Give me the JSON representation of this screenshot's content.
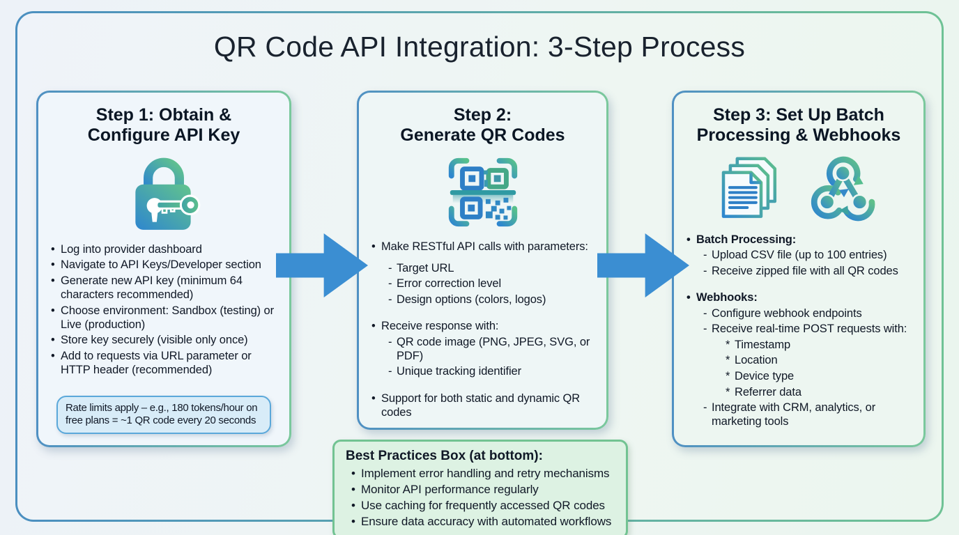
{
  "page_title": "QR Code API Integration: 3-Step Process",
  "markers": {
    "b": "•",
    "d": "-",
    "s": "*"
  },
  "colors": {
    "arrow_blue": "#3b8ed2",
    "frame_gradient_start": "#4b8fc0",
    "frame_gradient_end": "#6fc295",
    "note_border": "#5ba8da",
    "note_background": "#d8ecf8",
    "best_practices_border": "#72c392",
    "best_practices_background": "#ddf2e3",
    "icon_gradient_start": "#2e86cf",
    "icon_gradient_end": "#62c48c"
  },
  "steps": [
    {
      "title": "Step 1: Obtain &\nConfigure API Key",
      "icon": "lock-key-icon",
      "items": [
        {
          "t": "b",
          "text": "Log into provider dashboard"
        },
        {
          "t": "b",
          "text": "Navigate to API Keys/Developer section"
        },
        {
          "t": "b",
          "text": "Generate new API key (minimum 64 characters recommended)"
        },
        {
          "t": "b",
          "text": "Choose environment: Sandbox (testing) or Live (production)"
        },
        {
          "t": "b",
          "text": "Store key securely (visible only once)"
        },
        {
          "t": "b",
          "text": "Add to requests via URL parameter or HTTP header (recommended)"
        }
      ],
      "note": "Rate limits apply – e.g., 180 tokens/hour on free plans = ~1 QR code every 20 seconds"
    },
    {
      "title": "Step 2:\nGenerate QR Codes",
      "icon": "qr-scan-icon",
      "items": [
        {
          "t": "b",
          "text": "Make RESTful API calls with parameters:"
        },
        {
          "t": "gs"
        },
        {
          "t": "d",
          "text": "Target URL"
        },
        {
          "t": "d",
          "text": "Error correction level"
        },
        {
          "t": "d",
          "text": "Design options (colors, logos)"
        },
        {
          "t": "g"
        },
        {
          "t": "b",
          "text": "Receive response with:"
        },
        {
          "t": "d",
          "text": "QR code image (PNG, JPEG, SVG, or PDF)"
        },
        {
          "t": "d",
          "text": "Unique tracking identifier"
        },
        {
          "t": "g"
        },
        {
          "t": "b",
          "text": "Support for both static and dynamic QR codes"
        }
      ]
    },
    {
      "title": "Step 3: Set Up Batch\nProcessing & Webhooks",
      "icons": [
        "documents-icon",
        "webhook-icon"
      ],
      "items": [
        {
          "t": "b",
          "text": "Batch Processing:",
          "bold": true
        },
        {
          "t": "d",
          "text": "Upload CSV file (up to 100 entries)"
        },
        {
          "t": "d",
          "text": "Receive zipped file with all QR codes"
        },
        {
          "t": "g"
        },
        {
          "t": "b",
          "text": "Webhooks:",
          "bold": true
        },
        {
          "t": "d",
          "text": "Configure webhook endpoints"
        },
        {
          "t": "d",
          "text": "Receive real-time POST requests with:"
        },
        {
          "t": "s",
          "text": "Timestamp"
        },
        {
          "t": "s",
          "text": "Location"
        },
        {
          "t": "s",
          "text": "Device type"
        },
        {
          "t": "s",
          "text": "Referrer data"
        },
        {
          "t": "d",
          "text": "Integrate with CRM, analytics, or marketing tools"
        }
      ]
    }
  ],
  "best_practices": {
    "title": "Best Practices Box (at bottom):",
    "items": [
      "Implement error handling and retry mechanisms",
      "Monitor API performance regularly",
      "Use caching for frequently accessed QR codes",
      "Ensure data accuracy with automated workflows"
    ]
  }
}
